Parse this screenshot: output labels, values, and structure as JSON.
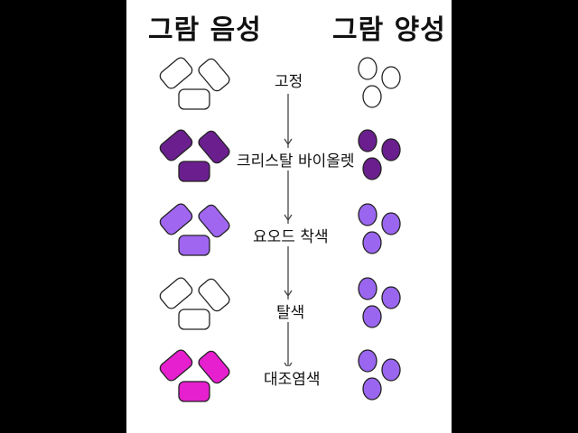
{
  "headers": {
    "gram_negative": "그람 음성",
    "gram_positive": "그람 양성"
  },
  "steps": [
    {
      "label": "고정",
      "fill": "#ffffff"
    },
    {
      "label": "크리스탈 바이올렛",
      "fill": "#6b1f8f"
    },
    {
      "label": "요오드 착색",
      "fill": "#a066f0"
    },
    {
      "label": "탈색",
      "fill": "#ffffff"
    },
    {
      "label": "대조염색",
      "fill": "#e61fcf"
    }
  ],
  "positive_fills": [
    "#ffffff",
    "#6b1f8f",
    "#9a66f0",
    "#9a66f0",
    "#9a66f0"
  ],
  "colors": {
    "outline": "#222222",
    "arrow": "#444444"
  }
}
